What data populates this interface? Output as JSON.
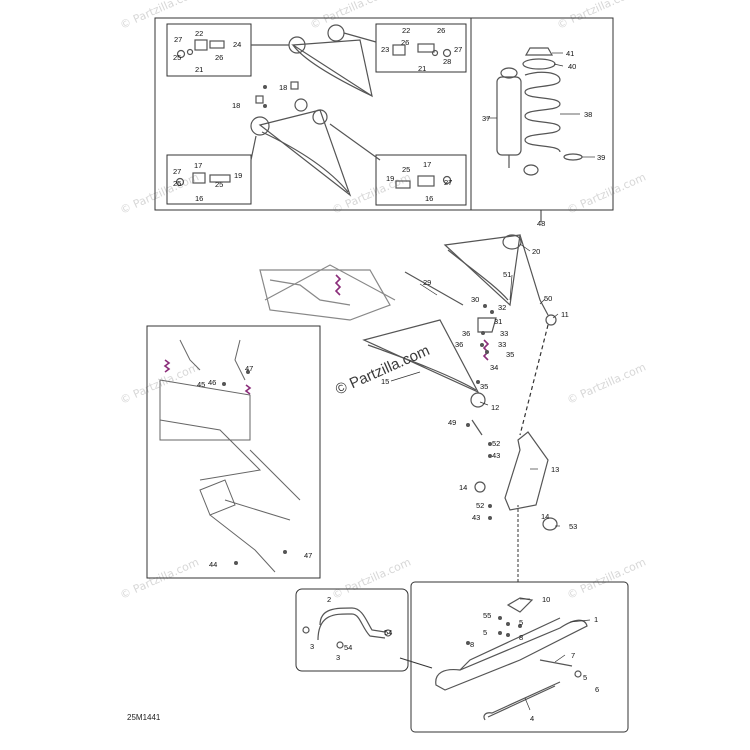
{
  "watermark": "© Partzilla.com",
  "center_watermark": "© Partzilla.com",
  "diagram_code": "25M1441",
  "callouts": {
    "c2": "2",
    "c3": "3",
    "c4": "4",
    "c5": "5",
    "c6": "6",
    "c7": "7",
    "c8": "8",
    "c10": "10",
    "c11": "11",
    "c12": "12",
    "c13": "13",
    "c14": "14",
    "c15": "15",
    "c16": "16",
    "c17": "17",
    "c18": "18",
    "c19": "19",
    "c20": "20",
    "c21": "21",
    "c22": "22",
    "c23": "23",
    "c24": "24",
    "c25": "25",
    "c26": "26",
    "c27": "27",
    "c28": "28",
    "c29": "29",
    "c30": "30",
    "c31": "31",
    "c32": "32",
    "c33": "33",
    "c34": "34",
    "c35": "35",
    "c36": "36",
    "c37": "37",
    "c38": "38",
    "c39": "39",
    "c40": "40",
    "c41": "41",
    "c43": "43",
    "c44": "44",
    "c45": "45",
    "c46": "46",
    "c47": "47",
    "c48": "48",
    "c49": "49",
    "c50": "50",
    "c51": "51",
    "c52": "52",
    "c53": "53",
    "c54": "54",
    "c55": "55",
    "c1": "1"
  },
  "colors": {
    "line": "#333333",
    "part_line": "#555555",
    "highlight": "#8b2d7a",
    "watermark": "#d7d7d7"
  }
}
